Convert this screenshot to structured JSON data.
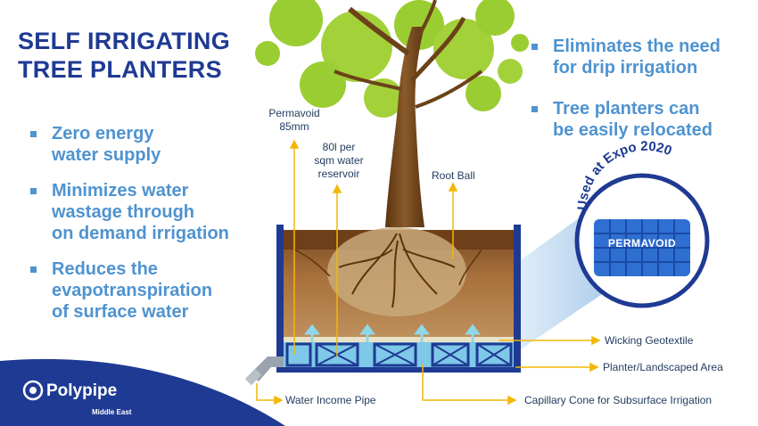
{
  "title": {
    "line1": "SELF IRRIGATING",
    "line2": "TREE PLANTERS"
  },
  "left_bullets": [
    {
      "lines": [
        "Zero energy",
        "water supply"
      ]
    },
    {
      "lines": [
        "Minimizes water",
        "wastage through",
        "on demand irrigation"
      ]
    },
    {
      "lines": [
        "Reduces the",
        "evapotranspiration",
        "of surface water"
      ]
    }
  ],
  "right_bullets": [
    {
      "lines": [
        "Eliminates the need",
        "for drip irrigation"
      ]
    },
    {
      "lines": [
        "Tree planters can",
        "be easily relocated"
      ]
    }
  ],
  "diagram_labels": {
    "permavoid_85": [
      "Permavoid",
      "85mm"
    ],
    "reservoir": [
      "80l per",
      "sqm water",
      "reservoir"
    ],
    "root_ball": "Root Ball",
    "wicking": "Wicking Geotextile",
    "planter_area": "Planter/Landscaped Area",
    "water_pipe": "Water Income Pipe",
    "capillary": "Capillary Cone for Subsurface Irrigation"
  },
  "badge": {
    "arc_text": "Used at Expo 2020",
    "product": "PERMAVOID"
  },
  "logo": {
    "name": "Polypipe",
    "sub": "Middle East"
  },
  "colors": {
    "navy": "#1f3a93",
    "accent_blue": "#4f93cf",
    "arrow_gold": "#f2b705",
    "soil": "#8a5a2b",
    "foliage": "#9acd32"
  }
}
